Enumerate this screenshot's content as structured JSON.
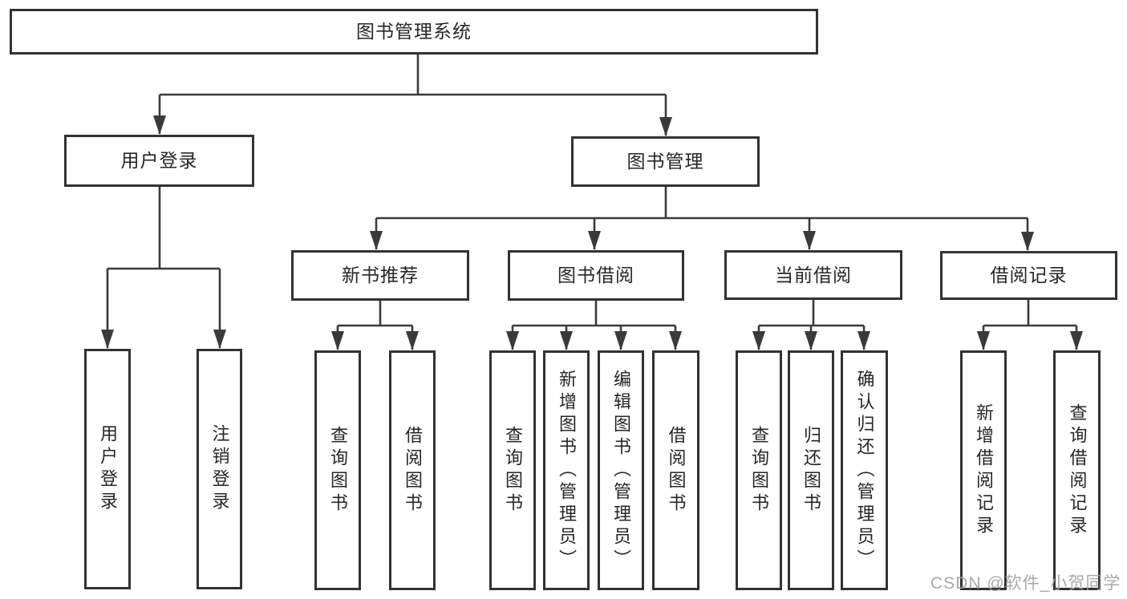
{
  "diagram": {
    "root": {
      "label": "图书管理系统"
    },
    "branches": [
      {
        "label": "用户登录",
        "children": [
          {
            "label": "用户登录"
          },
          {
            "label": "注销登录"
          }
        ]
      },
      {
        "label": "图书管理",
        "children": [
          {
            "label": "新书推荐",
            "children": [
              {
                "label": "查询图书"
              },
              {
                "label": "借阅图书"
              }
            ]
          },
          {
            "label": "图书借阅",
            "children": [
              {
                "label": "查询图书"
              },
              {
                "label": "新增图书（管理员）"
              },
              {
                "label": "编辑图书（管理员）"
              },
              {
                "label": "借阅图书"
              }
            ]
          },
          {
            "label": "当前借阅",
            "children": [
              {
                "label": "查询图书"
              },
              {
                "label": "归还图书"
              },
              {
                "label": "确认归还（管理员）"
              }
            ]
          },
          {
            "label": "借阅记录",
            "children": [
              {
                "label": "新增借阅记录"
              },
              {
                "label": "查询借阅记录"
              }
            ]
          }
        ]
      }
    ]
  },
  "colors": {
    "box_border": "#323232",
    "connector_line": "#3a3a3a",
    "text": "#262626",
    "watermark": "#9e9e9e"
  },
  "watermark": {
    "text": "CSDN @软件_小贺同学"
  }
}
